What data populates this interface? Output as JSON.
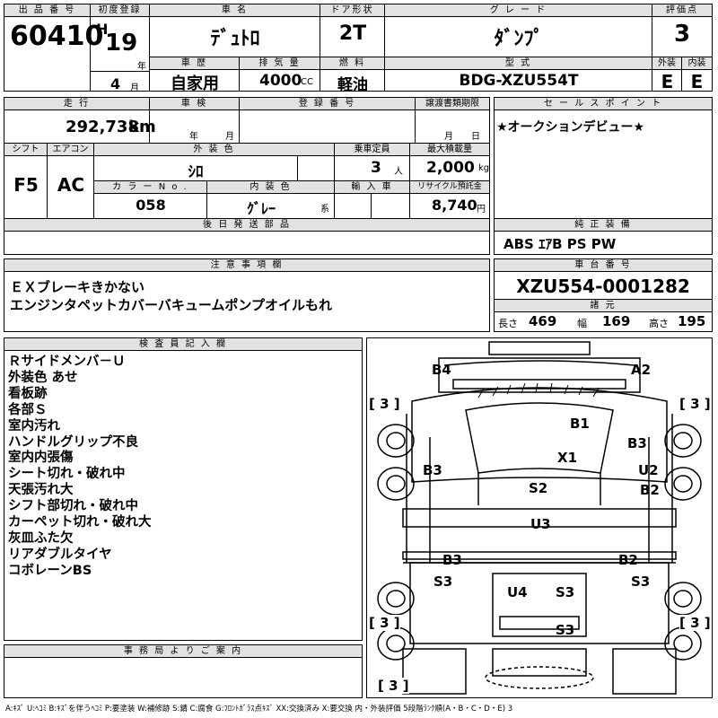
{
  "header": {
    "lot_label": "出 品 番 号",
    "lot": "60410",
    "first_reg_label": "初度登録",
    "era": "H",
    "year": "19",
    "year_unit": "年",
    "month": "4",
    "month_unit": "月",
    "car_name_label": "車 名",
    "car_name": "ﾃﾞｭﾄﾛ",
    "door_label": "ドア形状",
    "door": "2T",
    "grade_label": "グ レ ー ド",
    "grade": "ﾀﾞﾝﾌﾟ",
    "score_label": "評価点",
    "score": "3",
    "history_label": "車 歴",
    "history": "自家用",
    "displacement_label": "排 気 量",
    "displacement": "4000",
    "displacement_unit": "CC",
    "fuel_label": "燃 料",
    "fuel": "軽油",
    "model_label": "型 式",
    "model": "BDG-XZU554T",
    "ext_label": "外装",
    "ext": "E",
    "int_label": "内装",
    "int": "E"
  },
  "row2": {
    "mileage_label": "走 行",
    "mileage": "292,738",
    "mileage_unit": "km",
    "inspection_label": "車 検",
    "insp_year": "年",
    "insp_month": "月",
    "reg_no_label": "登 録 番 号",
    "transfer_label": "譲渡書類期限",
    "transfer_month": "月",
    "transfer_day": "日",
    "sales_label": "セ ー ル ス ポ イ ン ト",
    "sales_text": "★オークションデビュー★",
    "shift_label": "シフト",
    "shift": "F5",
    "ac_label": "エアコン",
    "ac": "AC",
    "color_label": "外 装 色",
    "color": "ｼﾛ",
    "capacity_label": "乗車定員",
    "capacity": "3",
    "capacity_unit": "人",
    "load_label": "最大積載量",
    "load": "2,000",
    "load_unit": "kg",
    "color_no_label": "カ ラ ー N o .",
    "color_no": "058",
    "int_color_label": "内 装 色",
    "int_color": "ｸﾞﾚｰ",
    "int_color_unit": "系",
    "import_label": "輸 入 車",
    "recycle_label": "リサイクル預託金",
    "recycle": "8,740",
    "recycle_unit": "円",
    "later_parts_label": "後 日 発 送 部 品",
    "equipment_label": "純 正 装 備",
    "equipment": "ABS ｴｱB PS PW"
  },
  "notes": {
    "label": "注 意 事 項 欄",
    "lines": [
      "ＥＸブレーキきかない",
      "エンジンタペットカバーバキュームポンプオイルもれ"
    ]
  },
  "chassis": {
    "label": "車 台 番 号",
    "number": "XZU554-0001282",
    "specs_label": "諸 元",
    "length_label": "長さ",
    "length": "469",
    "width_label": "幅",
    "width": "169",
    "height_label": "高さ",
    "height": "195"
  },
  "inspector": {
    "label": "検 査 員 記 入 欄",
    "lines": [
      "Ｒサイドメンバ－Ｕ",
      "外装色 あせ",
      "看板跡",
      "各部Ｓ",
      "室内汚れ",
      "ハンドルグリップ不良",
      "室内内張傷",
      "シート切れ・破れ中",
      "天張汚れ大",
      "シフト部切れ・破れ中",
      "カーペット切れ・破れ大",
      "灰皿ふた欠",
      "リアダブルタイヤ",
      "コボレーンBS"
    ]
  },
  "diagram": {
    "marks": [
      "B4",
      "A2",
      "B1",
      "B3",
      "X1",
      "B3",
      "U2",
      "S2",
      "B2",
      "U3",
      "B3",
      "B2",
      "S3",
      "S3",
      "U4",
      "S3",
      "S3"
    ],
    "tires": [
      "[ 3 ]",
      "[ 3 ]",
      "[ 3 ]",
      "[ 3 ]",
      "[ 3 ]"
    ]
  },
  "office": {
    "label": "事 務 局 よ り ご 案 内"
  },
  "legend": "A:ｷｽﾞ U:ﾍｺﾐ B:ｷｽﾞを伴うﾍｺﾐ P:要塗装 W:補修跡 S:錆 C:腐食 G:ﾌﾛﾝﾄｶﾞﾗｽ点ｷｽﾞ XX:交換済み X:要交換 内・外装評価 5段階ﾗﾝｸ順(A・B・C・D・E) 3"
}
